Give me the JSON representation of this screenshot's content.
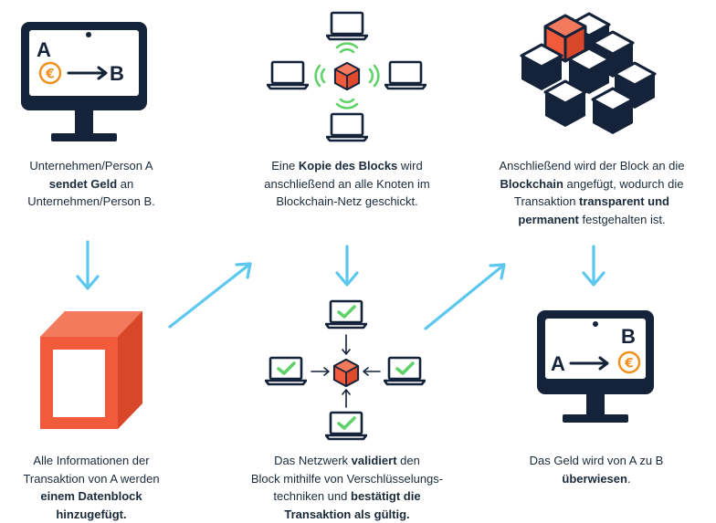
{
  "colors": {
    "navy": "#14223a",
    "accent": "#f15a3b",
    "arrow": "#5cc8f0",
    "check": "#5fd36a",
    "coin": "#f0911f"
  },
  "step1": {
    "icon": "monitor-sender-icon",
    "label_a": "A",
    "label_b": "B",
    "coin": "€",
    "caption": [
      {
        "t": "Unternehmen/Person A",
        "b": false
      },
      {
        "t": "\n",
        "b": false
      },
      {
        "t": "sendet Geld",
        "b": true
      },
      {
        "t": " an",
        "b": false
      },
      {
        "t": "\n",
        "b": false
      },
      {
        "t": "Unternehmen/Person B.",
        "b": false
      }
    ]
  },
  "step2": {
    "icon": "data-block-icon",
    "caption": [
      {
        "t": "Alle Informationen der",
        "b": false
      },
      {
        "t": "\n",
        "b": false
      },
      {
        "t": "Transaktion von A werden",
        "b": false
      },
      {
        "t": "\n",
        "b": false
      },
      {
        "t": "einem Datenblock",
        "b": true
      },
      {
        "t": "\n",
        "b": false
      },
      {
        "t": "hinzugefügt.",
        "b": true
      }
    ]
  },
  "step3": {
    "icon": "network-broadcast-icon",
    "caption": [
      {
        "t": "Eine ",
        "b": false
      },
      {
        "t": "Kopie des Blocks",
        "b": true
      },
      {
        "t": " wird",
        "b": false
      },
      {
        "t": "\n",
        "b": false
      },
      {
        "t": "anschließend an alle Knoten im",
        "b": false
      },
      {
        "t": "\n",
        "b": false
      },
      {
        "t": "Blockchain-Netz geschickt.",
        "b": false
      }
    ]
  },
  "step4": {
    "icon": "network-validate-icon",
    "caption": [
      {
        "t": "Das Netzwerk ",
        "b": false
      },
      {
        "t": "validiert",
        "b": true
      },
      {
        "t": " den",
        "b": false
      },
      {
        "t": "\n",
        "b": false
      },
      {
        "t": "Block mithilfe von Verschlüsselungs-",
        "b": false
      },
      {
        "t": "\n",
        "b": false
      },
      {
        "t": "techniken und ",
        "b": false
      },
      {
        "t": "bestätigt die",
        "b": true
      },
      {
        "t": "\n",
        "b": false
      },
      {
        "t": "Transaktion als gültig.",
        "b": true
      }
    ]
  },
  "step5": {
    "icon": "blockchain-cubes-icon",
    "caption": [
      {
        "t": "Anschließend wird der Block an die",
        "b": false
      },
      {
        "t": "\n",
        "b": false
      },
      {
        "t": "Blockchain",
        "b": true
      },
      {
        "t": " angefügt, wodurch die",
        "b": false
      },
      {
        "t": "\n",
        "b": false
      },
      {
        "t": "Transaktion ",
        "b": false
      },
      {
        "t": "transparent und",
        "b": true
      },
      {
        "t": "\n",
        "b": false
      },
      {
        "t": "permanent",
        "b": true
      },
      {
        "t": " festgehalten ist.",
        "b": false
      }
    ]
  },
  "step6": {
    "icon": "monitor-receiver-icon",
    "label_a": "A",
    "label_b": "B",
    "coin": "€",
    "caption": [
      {
        "t": "Das Geld wird von A zu B",
        "b": false
      },
      {
        "t": "\n",
        "b": false
      },
      {
        "t": "überwiesen",
        "b": true
      },
      {
        "t": ".",
        "b": false
      }
    ]
  }
}
